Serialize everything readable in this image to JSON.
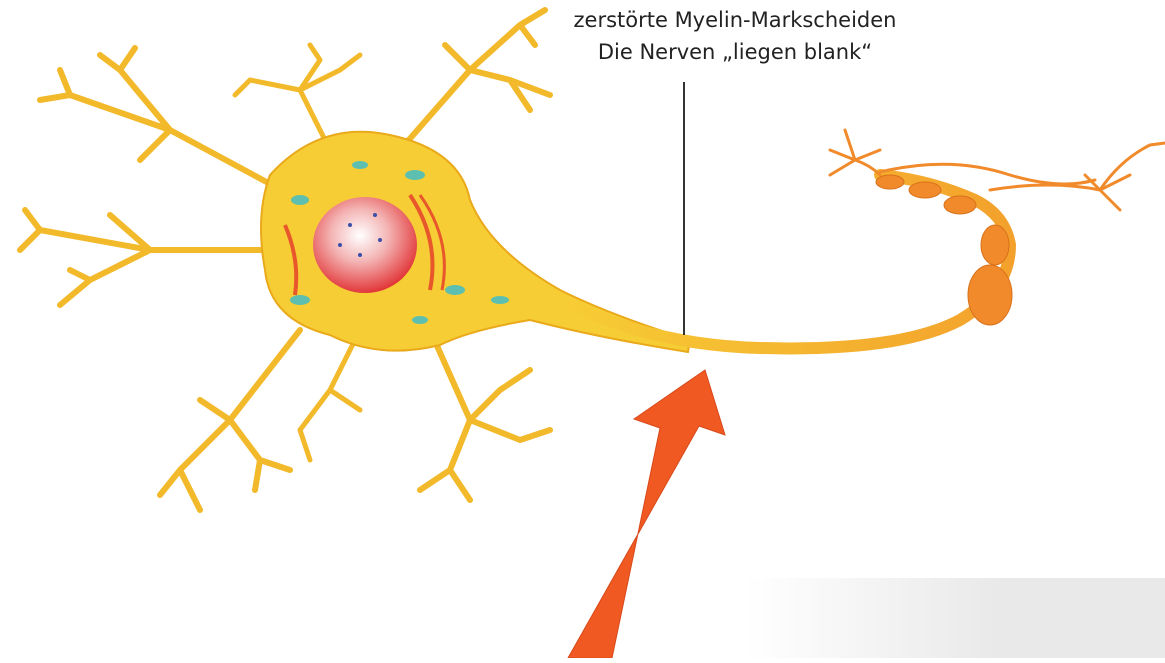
{
  "annotation": {
    "line1": "zerstörte Myelin-Markscheiden",
    "line2": "Die Nerven „liegen blank“"
  },
  "colors": {
    "neuron_body": "#f7cd35",
    "neuron_outline": "#e9a91a",
    "nucleus": "#e2383a",
    "axon_terminal": "#f08a2a",
    "arrow": "#f05a22",
    "pointer_line": "#333333"
  },
  "icons": {
    "arrow": "arrow-up-right-icon",
    "neuron": "neuron-illustration"
  }
}
